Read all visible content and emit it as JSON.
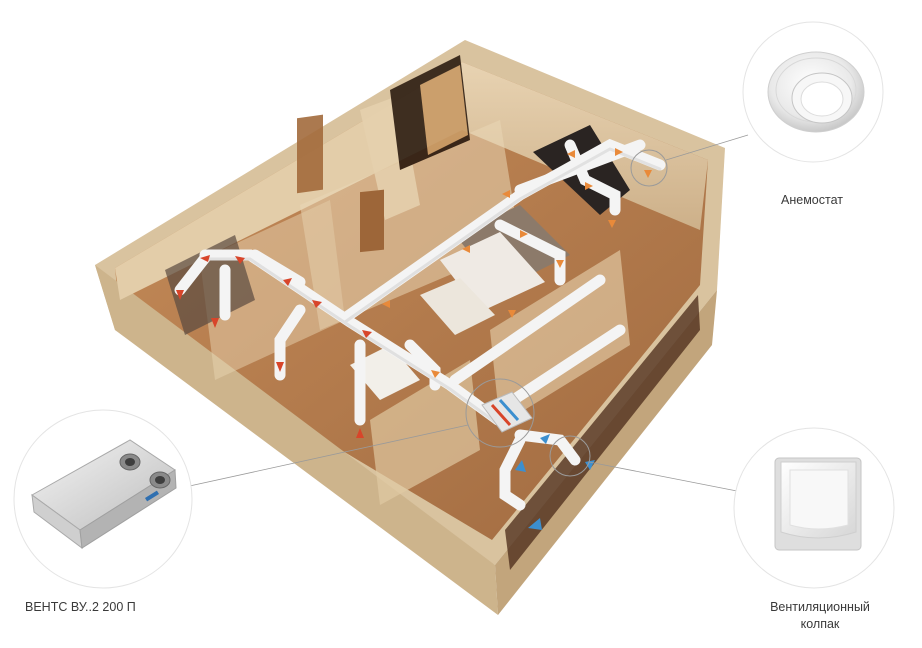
{
  "labels": {
    "anemostat": "Анемостат",
    "unit": "ВЕНТС ВУ..2 200 П",
    "hood_line1": "Вентиляционный",
    "hood_line2": "колпак"
  },
  "icons": {
    "anemostat": "anemostat-icon",
    "unit": "ventilation-unit-icon",
    "hood": "ventilation-hood-icon"
  },
  "colors": {
    "exhaust_arrow": "#d8452a",
    "supply_arrow": "#e98a3a",
    "fresh_air_arrow": "#3c8fcf",
    "duct": "#f2f2f2",
    "floor": "#b4784a",
    "wall": "#dfc6a2",
    "outer_wall": "#d8c19a"
  }
}
